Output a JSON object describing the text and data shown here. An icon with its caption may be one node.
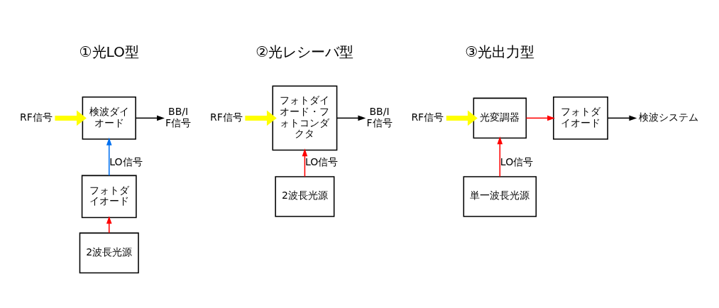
{
  "diagram": {
    "nodes": [
      {
        "text": [
          "RF信号"
        ]
      },
      {
        "text": [
          "検波ダイオード"
        ]
      },
      {
        "text": [
          "BB/IF信号"
        ]
      },
      {
        "text": [
          "フォトダイオード"
        ]
      },
      {
        "text": [
          "2波長光源"
        ]
      },
      {
        "text": [
          "RF信号"
        ]
      },
      {
        "text": [
          "フォトダイオード・フォトコンダクタ"
        ]
      },
      {
        "text": [
          "BB/IF信号"
        ]
      },
      {
        "text": [
          "2波長光源"
        ]
      },
      {
        "text": [
          "RF信号"
        ]
      },
      {
        "text": [
          "光変調器"
        ]
      },
      {
        "text": [
          "フォトダイオード"
        ]
      },
      {
        "text": [
          "検波システム"
        ]
      },
      {
        "text": [
          "単一波長光源"
        ]
      }
    ],
    "edges": [
      {
        "from": 0,
        "to": 1,
        "arrow": "to",
        "style": "thick",
        "color": "#ffff00"
      },
      {
        "from": 1,
        "to": 2,
        "arrow": "to",
        "color": "#000000"
      },
      {
        "from": 3,
        "to": 1,
        "arrow": "to",
        "label": "LO信号",
        "color": "#0070f0"
      },
      {
        "from": 4,
        "to": 3,
        "arrow": "to",
        "color": "#ff0000"
      },
      {
        "from": 5,
        "to": 6,
        "arrow": "to",
        "style": "thick",
        "color": "#ffff00"
      },
      {
        "from": 6,
        "to": 7,
        "arrow": "to",
        "color": "#000000"
      },
      {
        "from": 8,
        "to": 6,
        "arrow": "to",
        "label": "LO信号",
        "color": "#ff0000"
      },
      {
        "from": 9,
        "to": 10,
        "arrow": "to",
        "style": "thick",
        "color": "#ffff00"
      },
      {
        "from": 10,
        "to": 11,
        "arrow": "to",
        "color": "#ff0000"
      },
      {
        "from": 11,
        "to": 12,
        "arrow": "to",
        "color": "#000000"
      },
      {
        "from": 13,
        "to": 10,
        "arrow": "to",
        "label": "LO信号",
        "color": "#ff0000"
      }
    ],
    "labels": [
      "①光LO型",
      "②光レシーバ型",
      "③光出力型"
    ]
  }
}
